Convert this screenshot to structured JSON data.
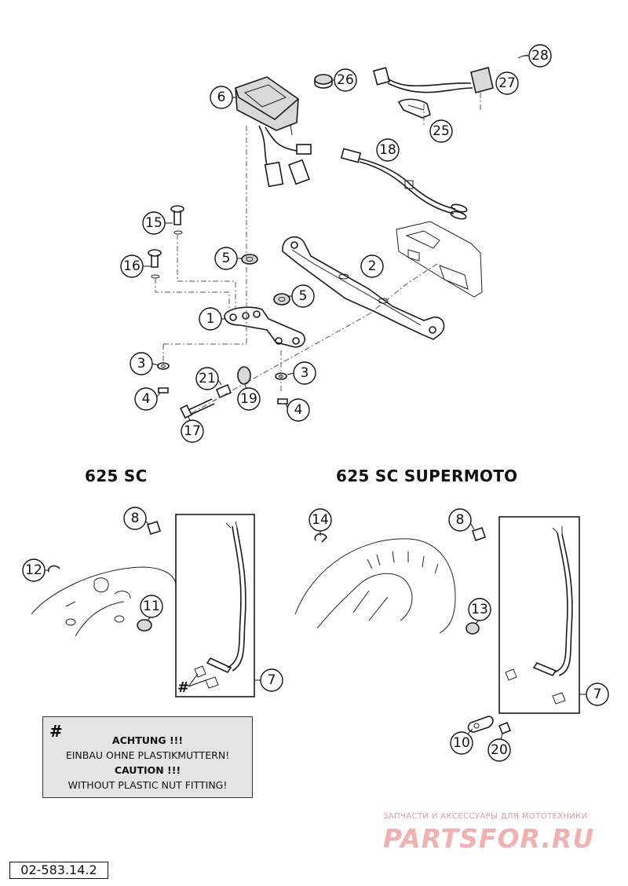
{
  "variants": {
    "left": "625 SC",
    "right": "625 SC SUPERMOTO"
  },
  "note": {
    "symbol": "#",
    "line1": "ACHTUNG !!!",
    "line2": "EINBAU OHNE PLASTIKMUTTERN!",
    "line3": "CAUTION !!!",
    "line4": "WITHOUT PLASTIC NUT FITTING!"
  },
  "harness_symbol": "#",
  "watermark": {
    "tagline": "ЗАПЧАСТИ И АКСЕССУАРЫ ДЛЯ МОТОТЕХНИКИ",
    "brand": "PARTSFOR.RU"
  },
  "drawing_number": "02-583.14.2",
  "callouts": [
    {
      "id": "c28",
      "label": "28"
    },
    {
      "id": "c26",
      "label": "26"
    },
    {
      "id": "c27",
      "label": "27"
    },
    {
      "id": "c6",
      "label": "6"
    },
    {
      "id": "c25",
      "label": "25"
    },
    {
      "id": "c18",
      "label": "18"
    },
    {
      "id": "c15",
      "label": "15"
    },
    {
      "id": "c5a",
      "label": "5"
    },
    {
      "id": "c2",
      "label": "2"
    },
    {
      "id": "c16",
      "label": "16"
    },
    {
      "id": "c5b",
      "label": "5"
    },
    {
      "id": "c1",
      "label": "1"
    },
    {
      "id": "c3a",
      "label": "3"
    },
    {
      "id": "c21",
      "label": "21"
    },
    {
      "id": "c3b",
      "label": "3"
    },
    {
      "id": "c4a",
      "label": "4"
    },
    {
      "id": "c19",
      "label": "19"
    },
    {
      "id": "c4b",
      "label": "4"
    },
    {
      "id": "c17",
      "label": "17"
    },
    {
      "id": "c8a",
      "label": "8"
    },
    {
      "id": "c14",
      "label": "14"
    },
    {
      "id": "c8b",
      "label": "8"
    },
    {
      "id": "c12",
      "label": "12"
    },
    {
      "id": "c11",
      "label": "11"
    },
    {
      "id": "c13",
      "label": "13"
    },
    {
      "id": "c7a",
      "label": "7"
    },
    {
      "id": "c7b",
      "label": "7"
    },
    {
      "id": "c10",
      "label": "10"
    },
    {
      "id": "c20",
      "label": "20"
    }
  ]
}
